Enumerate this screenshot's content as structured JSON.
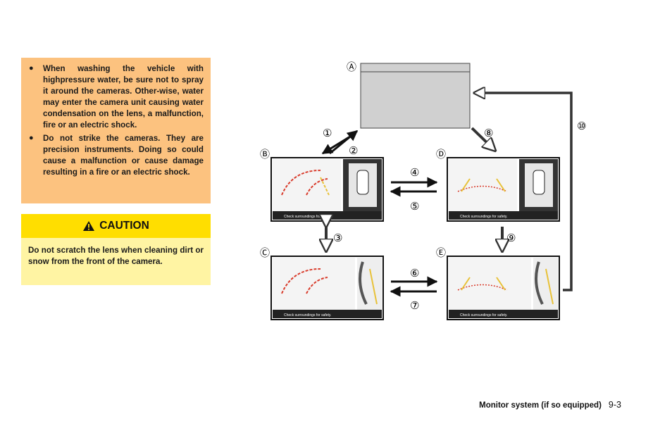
{
  "warning": {
    "items": [
      "When washing the vehicle with highpressure water, be sure not to spray it around the cameras. Other-wise, water may enter the camera unit causing water condensation on the lens, a malfunction, fire or an electric shock.",
      "Do not strike the cameras. They are precision instruments. Doing so could cause a malfunction or cause damage resulting in a fire or an electric shock."
    ]
  },
  "caution": {
    "title": "CAUTION",
    "text": "Do not scratch the lens when cleaning dirt or snow from the front of the camera."
  },
  "diagram": {
    "labels": {
      "A": "Ⓐ",
      "B": "Ⓑ",
      "C": "Ⓒ",
      "D": "Ⓓ",
      "E": "Ⓔ"
    },
    "steps": [
      "①",
      "②",
      "③",
      "④",
      "⑤",
      "⑥",
      "⑦",
      "⑧",
      "⑨",
      "⑩"
    ],
    "screen_message": "Check surroundings for safety."
  },
  "footer": {
    "section": "Monitor system (if so equipped)",
    "page": "9-3"
  }
}
